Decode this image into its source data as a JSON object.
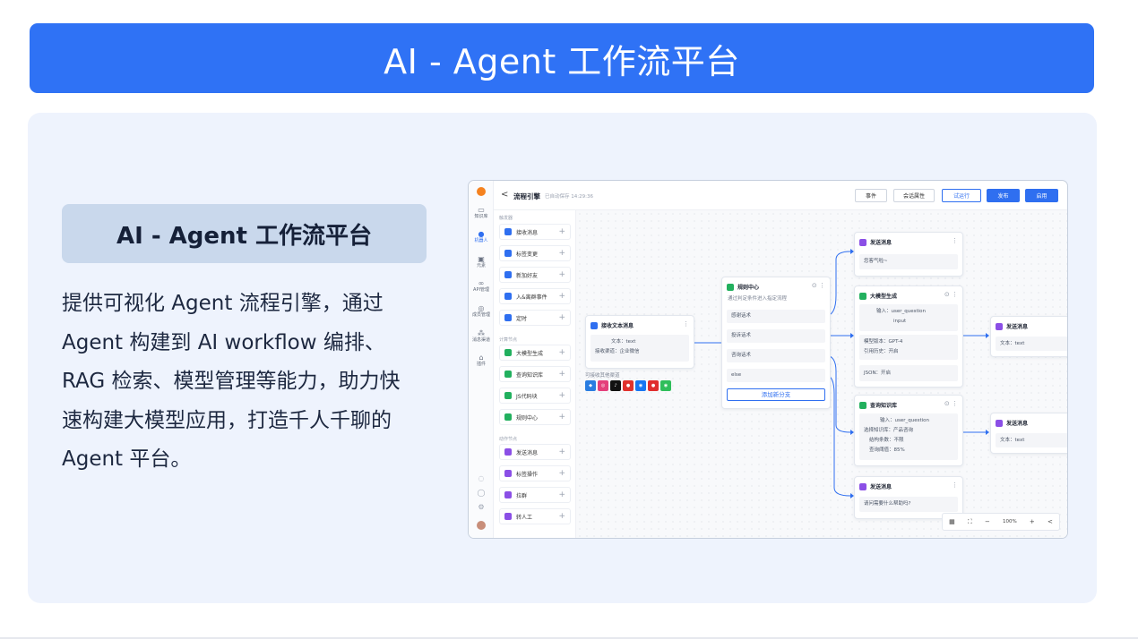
{
  "banner": {
    "title": "AI - Agent 工作流平台"
  },
  "feature": {
    "title": "AI - Agent 工作流平台",
    "description_lines": [
      "提供可视化 Agent 流程引擎，通过",
      "Agent 构建到 AI workflow 编排、",
      "RAG 检索、模型管理等能力，助力快",
      "速构建大模型应用，打造千人千聊的",
      "Agent 平台。"
    ]
  },
  "app": {
    "nav": {
      "items": [
        {
          "label": "知识库",
          "icon": "folder-icon"
        },
        {
          "label": "机器人",
          "icon": "robot-icon"
        },
        {
          "label": "元素",
          "icon": "element-icon"
        },
        {
          "label": "API管理",
          "icon": "link-icon"
        },
        {
          "label": "成员管理",
          "icon": "members-icon"
        },
        {
          "label": "消息渠道",
          "icon": "channel-icon"
        },
        {
          "label": "插件",
          "icon": "plugin-icon"
        }
      ]
    },
    "topbar": {
      "back": "<",
      "title": "流程引擎",
      "saved": "已自动保存 14:29:36",
      "buttons": {
        "event": "事件",
        "session": "会话属性",
        "test": "试运行",
        "publish": "发布",
        "apply": "启用"
      }
    },
    "palette": {
      "sections": [
        {
          "title": "触发器",
          "items": [
            {
              "label": "接收消息",
              "color": "#2f6ff0"
            },
            {
              "label": "标签变更",
              "color": "#2f6ff0"
            },
            {
              "label": "新加好友",
              "color": "#2f6ff0"
            },
            {
              "label": "入&离群事件",
              "color": "#2f6ff0"
            },
            {
              "label": "定时",
              "color": "#2f6ff0"
            }
          ]
        },
        {
          "title": "计算节点",
          "items": [
            {
              "label": "大模型生成",
              "color": "#22b05e"
            },
            {
              "label": "查询知识库",
              "color": "#22b05e"
            },
            {
              "label": "JS代码块",
              "color": "#22b05e"
            },
            {
              "label": "规则中心",
              "color": "#22b05e"
            }
          ]
        },
        {
          "title": "动作节点",
          "items": [
            {
              "label": "发送消息",
              "color": "#8b4fe6"
            },
            {
              "label": "标签操作",
              "color": "#8b4fe6"
            },
            {
              "label": "拉群",
              "color": "#8b4fe6"
            },
            {
              "label": "转人工",
              "color": "#8b4fe6"
            }
          ]
        }
      ]
    },
    "nodes": {
      "receive": {
        "title": "接收文本消息",
        "lines": [
          "文本：text",
          "接收渠道：企业微信"
        ],
        "channels_label": "可接收其他渠道"
      },
      "rule": {
        "title": "规则中心",
        "subtitle": "通过判定条件进入指定流程",
        "rows": [
          "感谢话术",
          "投诉话术",
          "咨询话术",
          "else"
        ],
        "add": "添加新分支"
      },
      "send1": {
        "title": "发送消息",
        "text": "您客气啦~"
      },
      "llm": {
        "title": "大模型生成",
        "input_lines": [
          "输入：user_question",
          "input"
        ],
        "meta_lines": [
          "模型版本：GPT-4",
          "引用历史：开启"
        ],
        "json_row": "JSON：开启"
      },
      "kb": {
        "title": "查询知识库",
        "lines": [
          "输入：user_question",
          "选择知识库：产品咨询",
          "结构条数：不限",
          "查询阈值：85%"
        ]
      },
      "send2": {
        "title": "发送消息",
        "text": "请问需要什么帮助吗?"
      },
      "send3": {
        "title": "发送消息",
        "text": "文本：text"
      },
      "send4": {
        "title": "发送消息",
        "text": "文本：text"
      }
    },
    "zoom": {
      "level": "100%"
    }
  }
}
